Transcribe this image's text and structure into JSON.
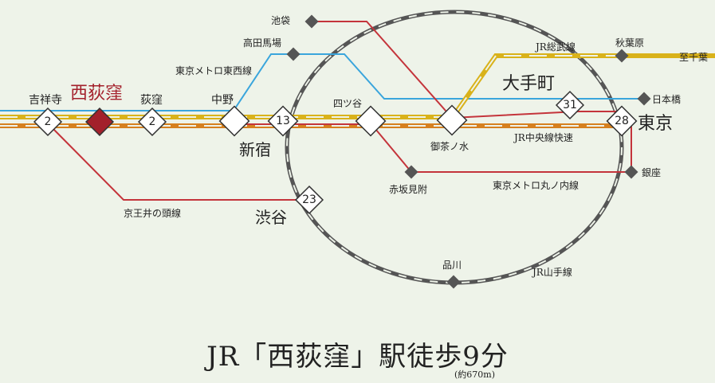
{
  "colors": {
    "background": "#eef3e9",
    "jr_chuo_rapid": "#d6801f",
    "jr_sobu": "#d9b21a",
    "metro_tozai": "#3aa5dc",
    "marunouchi": "#c4343b",
    "keio_inokashira": "#c4343b",
    "yamanote": "#555555",
    "highlight_station": "#a3202b"
  },
  "lines": {
    "jr_sobu": "JR総武線",
    "tozai": "東京メトロ東西線",
    "chuo_rapid": "JR中央線快速",
    "marunouchi": "東京メトロ丸ノ内線",
    "inokashira": "京王井の頭線",
    "yamanote": "JR山手線"
  },
  "stations": {
    "kichijoji": {
      "name": "吉祥寺",
      "minutes": "2"
    },
    "nishiogikubo": {
      "name": "西荻窪"
    },
    "ogikubo": {
      "name": "荻窪",
      "minutes": "2"
    },
    "nakano": {
      "name": "中野"
    },
    "shinjuku": {
      "name": "新宿",
      "minutes": "13"
    },
    "yotsuya": {
      "name": "四ツ谷"
    },
    "ochanomizu": {
      "name": "御茶ノ水"
    },
    "otemachi": {
      "name": "大手町",
      "minutes": "31"
    },
    "tokyo": {
      "name": "東京",
      "minutes": "28"
    },
    "shibuya": {
      "name": "渋谷",
      "minutes": "23"
    },
    "ikebukuro": {
      "name": "池袋"
    },
    "takadanobaba": {
      "name": "高田馬場"
    },
    "akihabara": {
      "name": "秋葉原"
    },
    "chiba": {
      "name": "至千葉"
    },
    "nihonbashi": {
      "name": "日本橋"
    },
    "ginza": {
      "name": "銀座"
    },
    "akasaka_mitsuke": {
      "name": "赤坂見附"
    },
    "shinagawa": {
      "name": "品川"
    }
  },
  "caption": {
    "title": "JR「西荻窪」駅徒歩9分",
    "note": "(約670m)"
  }
}
